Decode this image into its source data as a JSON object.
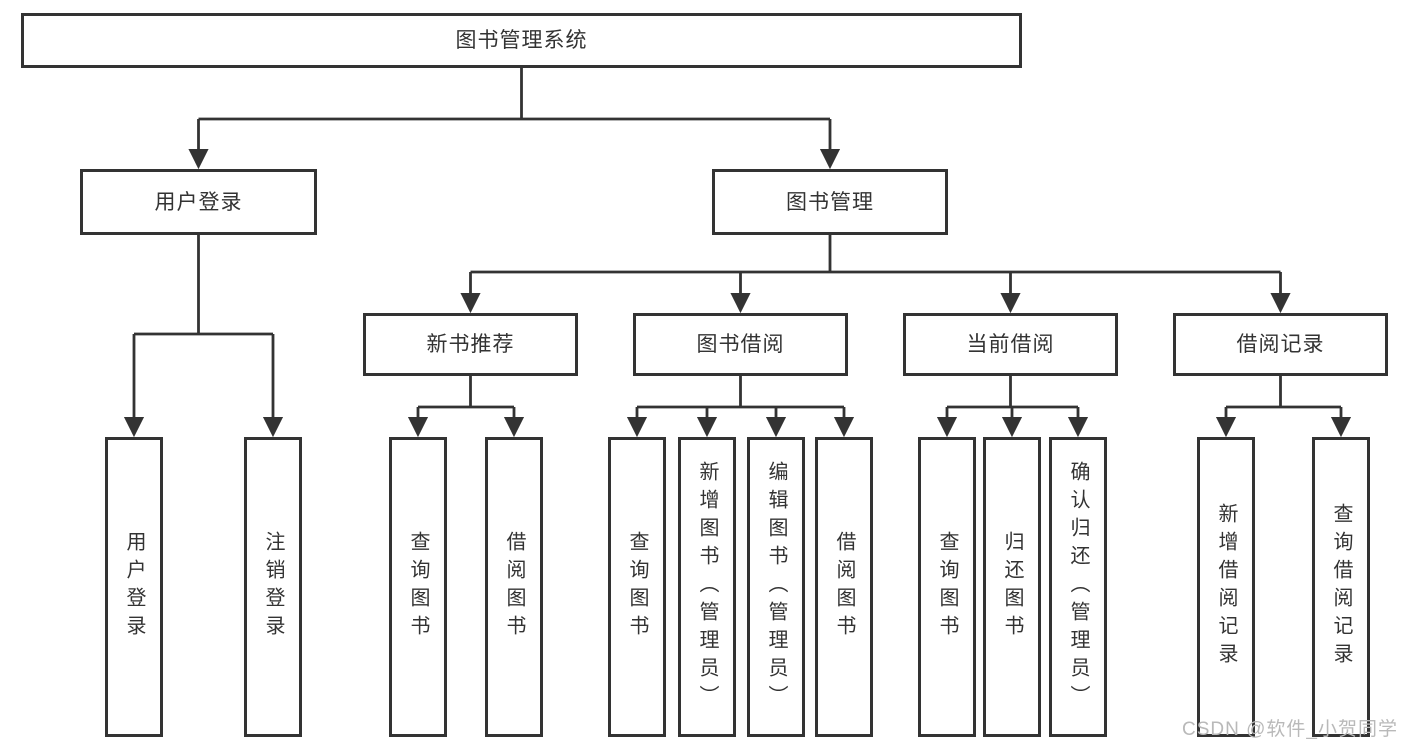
{
  "diagram": {
    "root": {
      "label": "图书管理系统"
    },
    "branches": [
      {
        "label": "用户登录",
        "children": [
          {
            "label": "用户登录"
          },
          {
            "label": "注销登录"
          }
        ]
      },
      {
        "label": "图书管理",
        "children": [
          {
            "label": "新书推荐",
            "children": [
              {
                "label": "查询图书"
              },
              {
                "label": "借阅图书"
              }
            ]
          },
          {
            "label": "图书借阅",
            "children": [
              {
                "label": "查询图书"
              },
              {
                "label": "新增图书（管理员）"
              },
              {
                "label": "编辑图书（管理员）"
              },
              {
                "label": "借阅图书"
              }
            ]
          },
          {
            "label": "当前借阅",
            "children": [
              {
                "label": "查询图书"
              },
              {
                "label": "归还图书"
              },
              {
                "label": "确认归还（管理员）"
              }
            ]
          },
          {
            "label": "借阅记录",
            "children": [
              {
                "label": "新增借阅记录"
              },
              {
                "label": "查询借阅记录"
              }
            ]
          }
        ]
      }
    ]
  },
  "watermark": {
    "text": "CSDN @软件_小贺同学",
    "color": "#b9b9b9"
  },
  "colors": {
    "line": "#333333",
    "box_border": "#333333",
    "text": "#333333",
    "background": "#ffffff"
  }
}
